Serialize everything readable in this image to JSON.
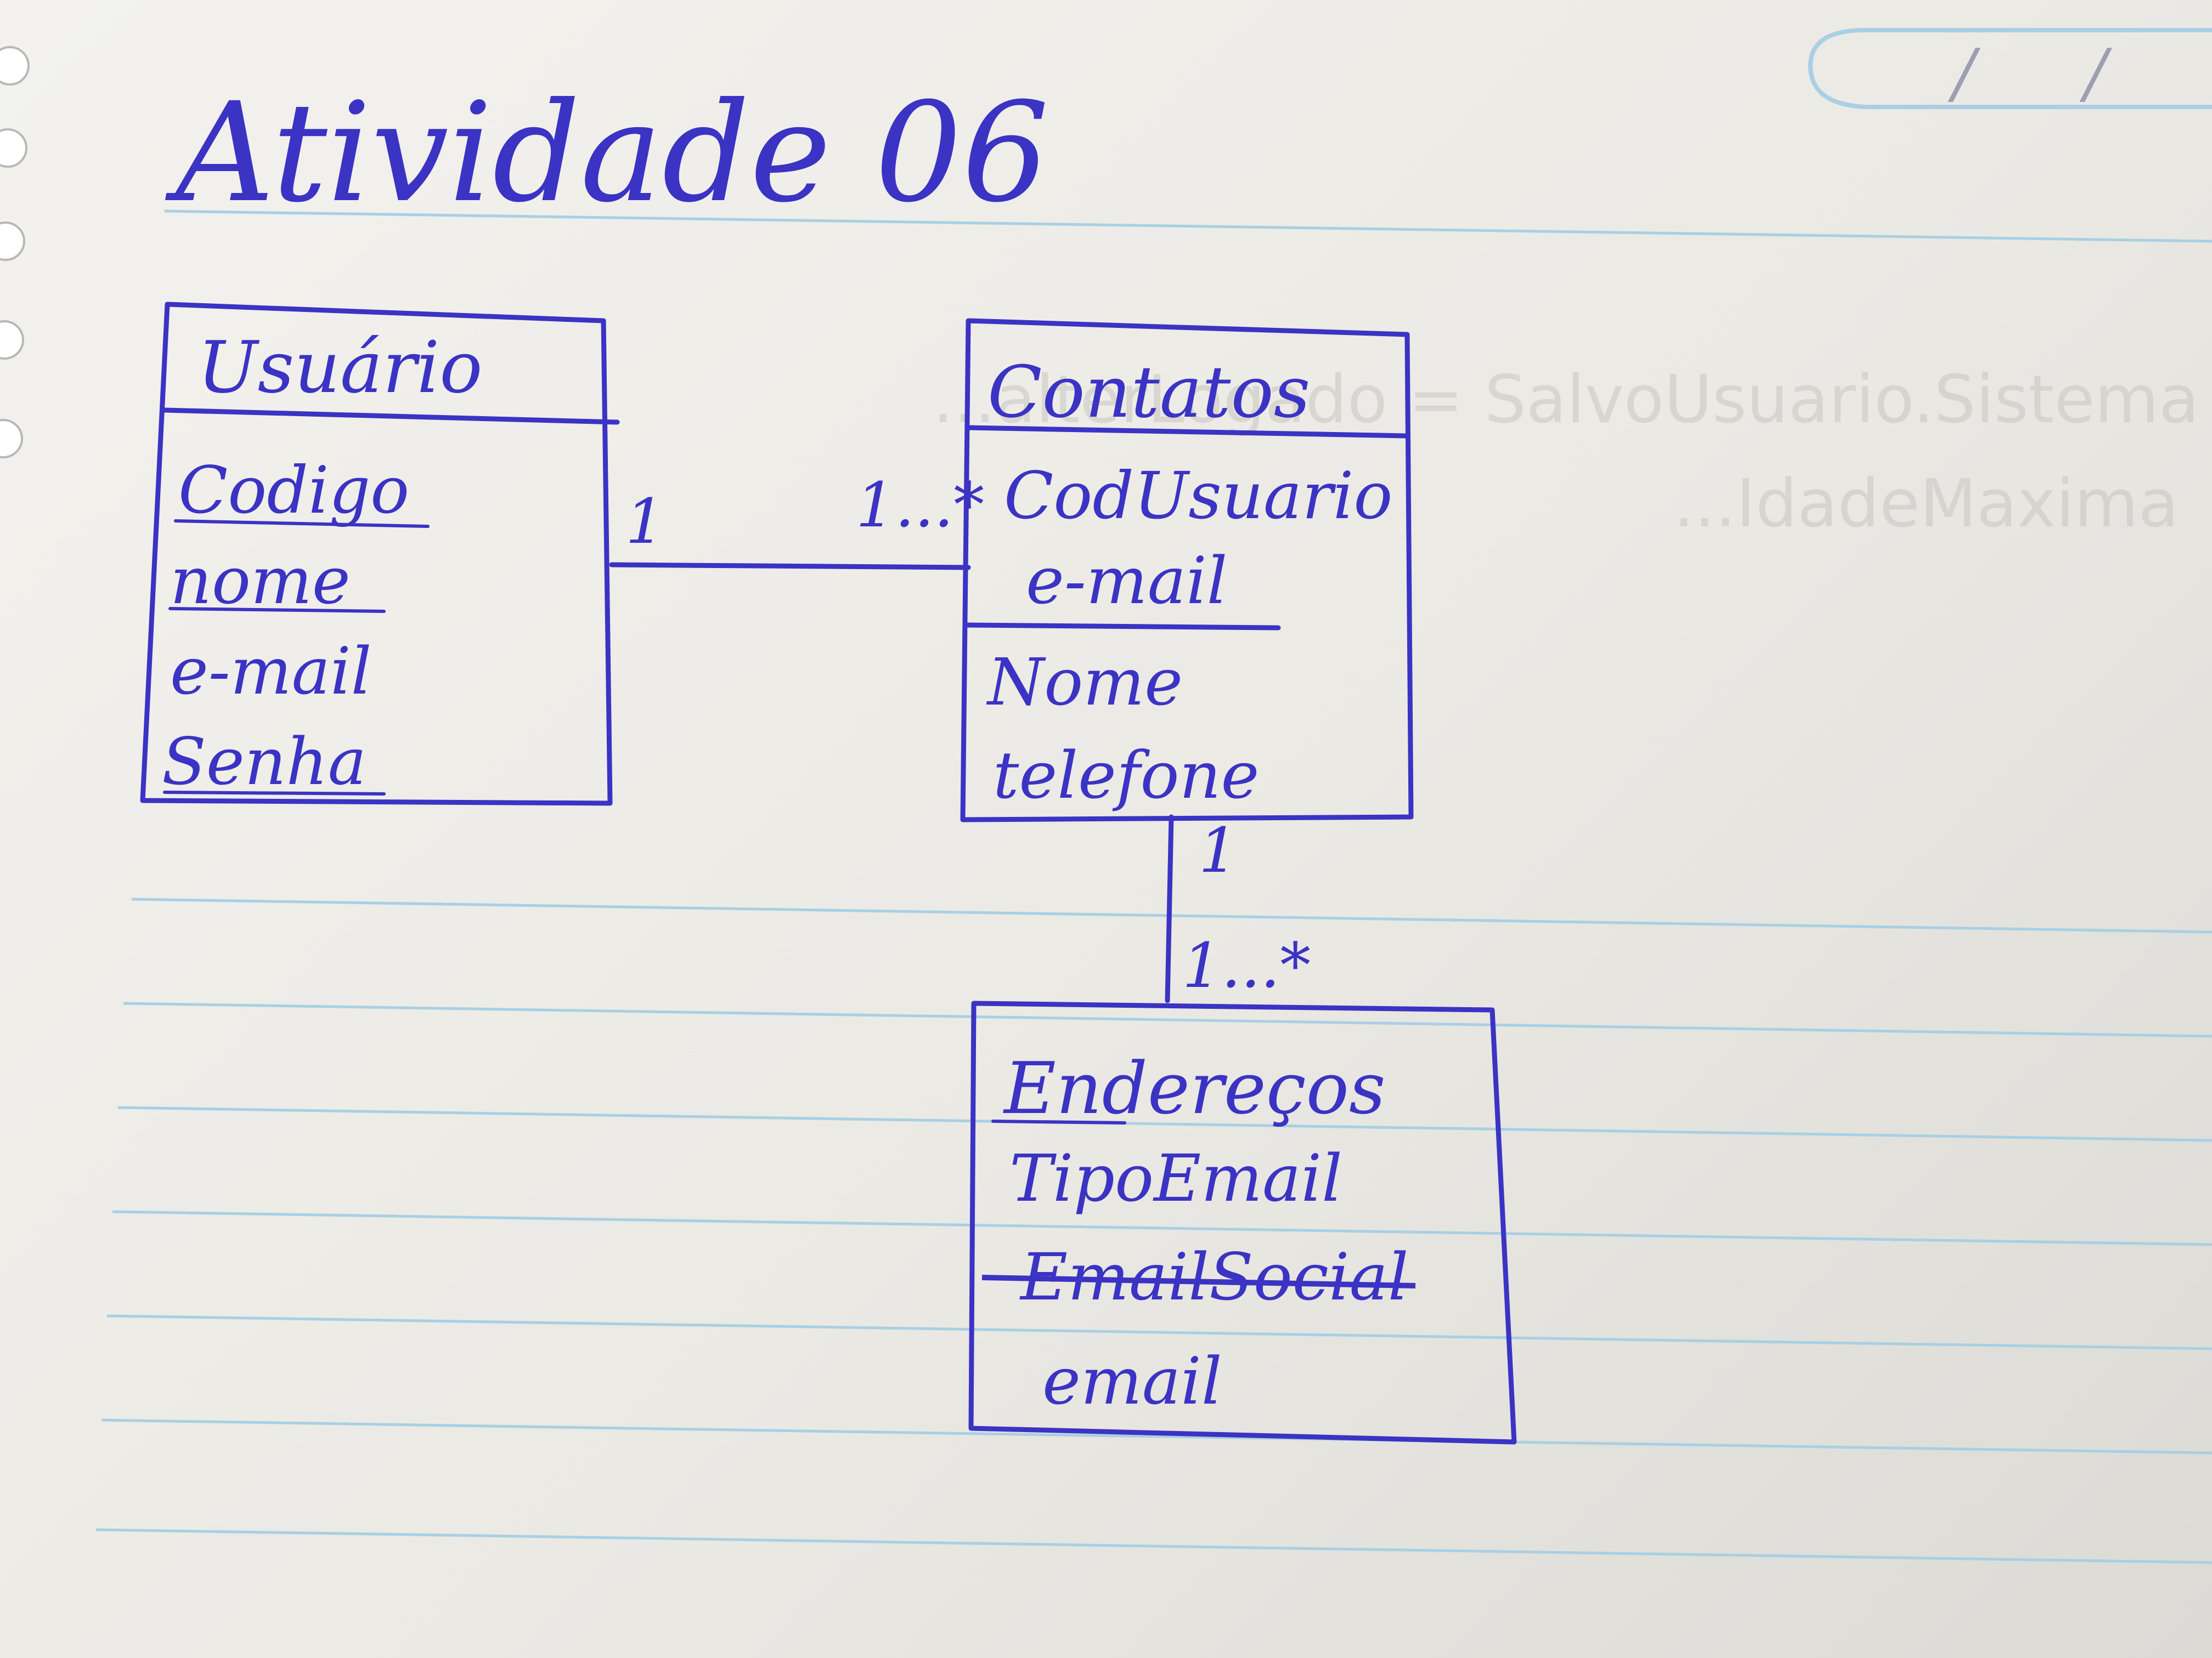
{
  "title": "Atividade 06",
  "date_box": {
    "separators": [
      "/",
      "/"
    ]
  },
  "classes": {
    "usuario": {
      "name": "Usuário",
      "attributes": [
        "Codigo",
        "nome",
        "e-mail",
        "Senha"
      ]
    },
    "contatos": {
      "name": "Contatos",
      "keys": [
        "CodUsuario",
        "e-mail"
      ],
      "attributes": [
        "Nome",
        "telefone"
      ]
    },
    "enderecos": {
      "name": "Endereços",
      "attributes": [
        "TipoEmail",
        "EmailSocial",
        "email"
      ]
    }
  },
  "associations": {
    "usuario_contatos": {
      "from_mult": "1",
      "to_mult": "1...*"
    },
    "contatos_enderecos": {
      "from_mult": "1",
      "to_mult": "1...*"
    }
  },
  "bleed_through": {
    "line1": "...alterLogado = SalvoUsuario.Sistema - DeleteUser",
    "line2": "...IdadeMaxima"
  }
}
